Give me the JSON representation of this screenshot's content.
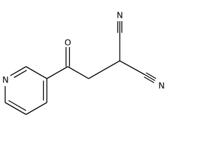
{
  "structure": {
    "atoms": {
      "oxygen": "O",
      "pyridine_nitrogen": "N",
      "nitrile_nitrogen_top": "N",
      "nitrile_nitrogen_bottom": "N"
    }
  }
}
